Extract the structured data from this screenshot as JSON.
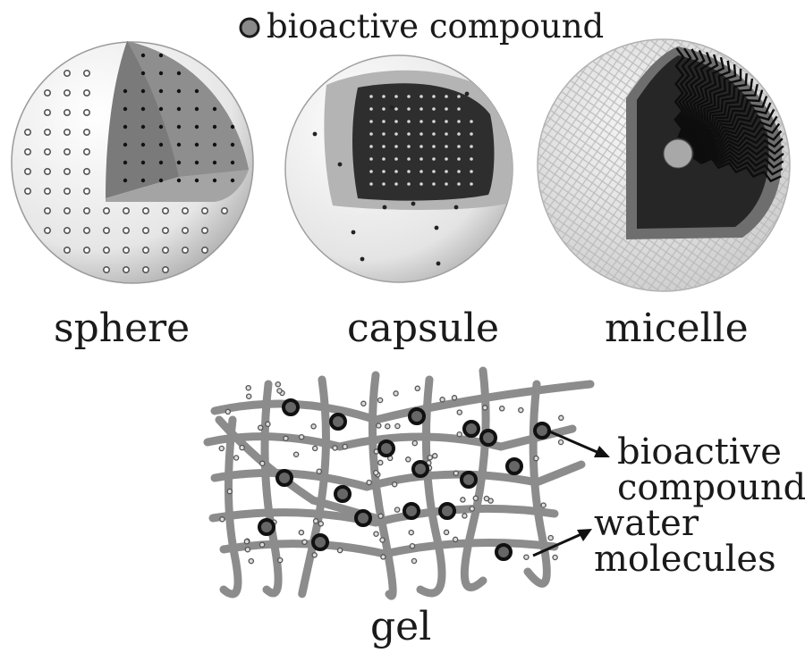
{
  "legend": {
    "label": "bioactive compound"
  },
  "structures": [
    {
      "id": "sphere",
      "label": "sphere"
    },
    {
      "id": "capsule",
      "label": "capsule"
    },
    {
      "id": "micelle",
      "label": "micelle"
    }
  ],
  "gel": {
    "label": "gel",
    "annotations": [
      {
        "id": "bioactive-compound",
        "lines": [
          "bioactive",
          "compound"
        ]
      },
      {
        "id": "water-molecules",
        "lines": [
          "water",
          "molecules"
        ]
      }
    ]
  },
  "colors": {
    "ink": "#1a1a1a",
    "sphere_fill": "#ececec",
    "interior_dark": "#3a3a3a",
    "shell_mid": "#9a9a9a",
    "fiber": "#8c8c8c"
  }
}
